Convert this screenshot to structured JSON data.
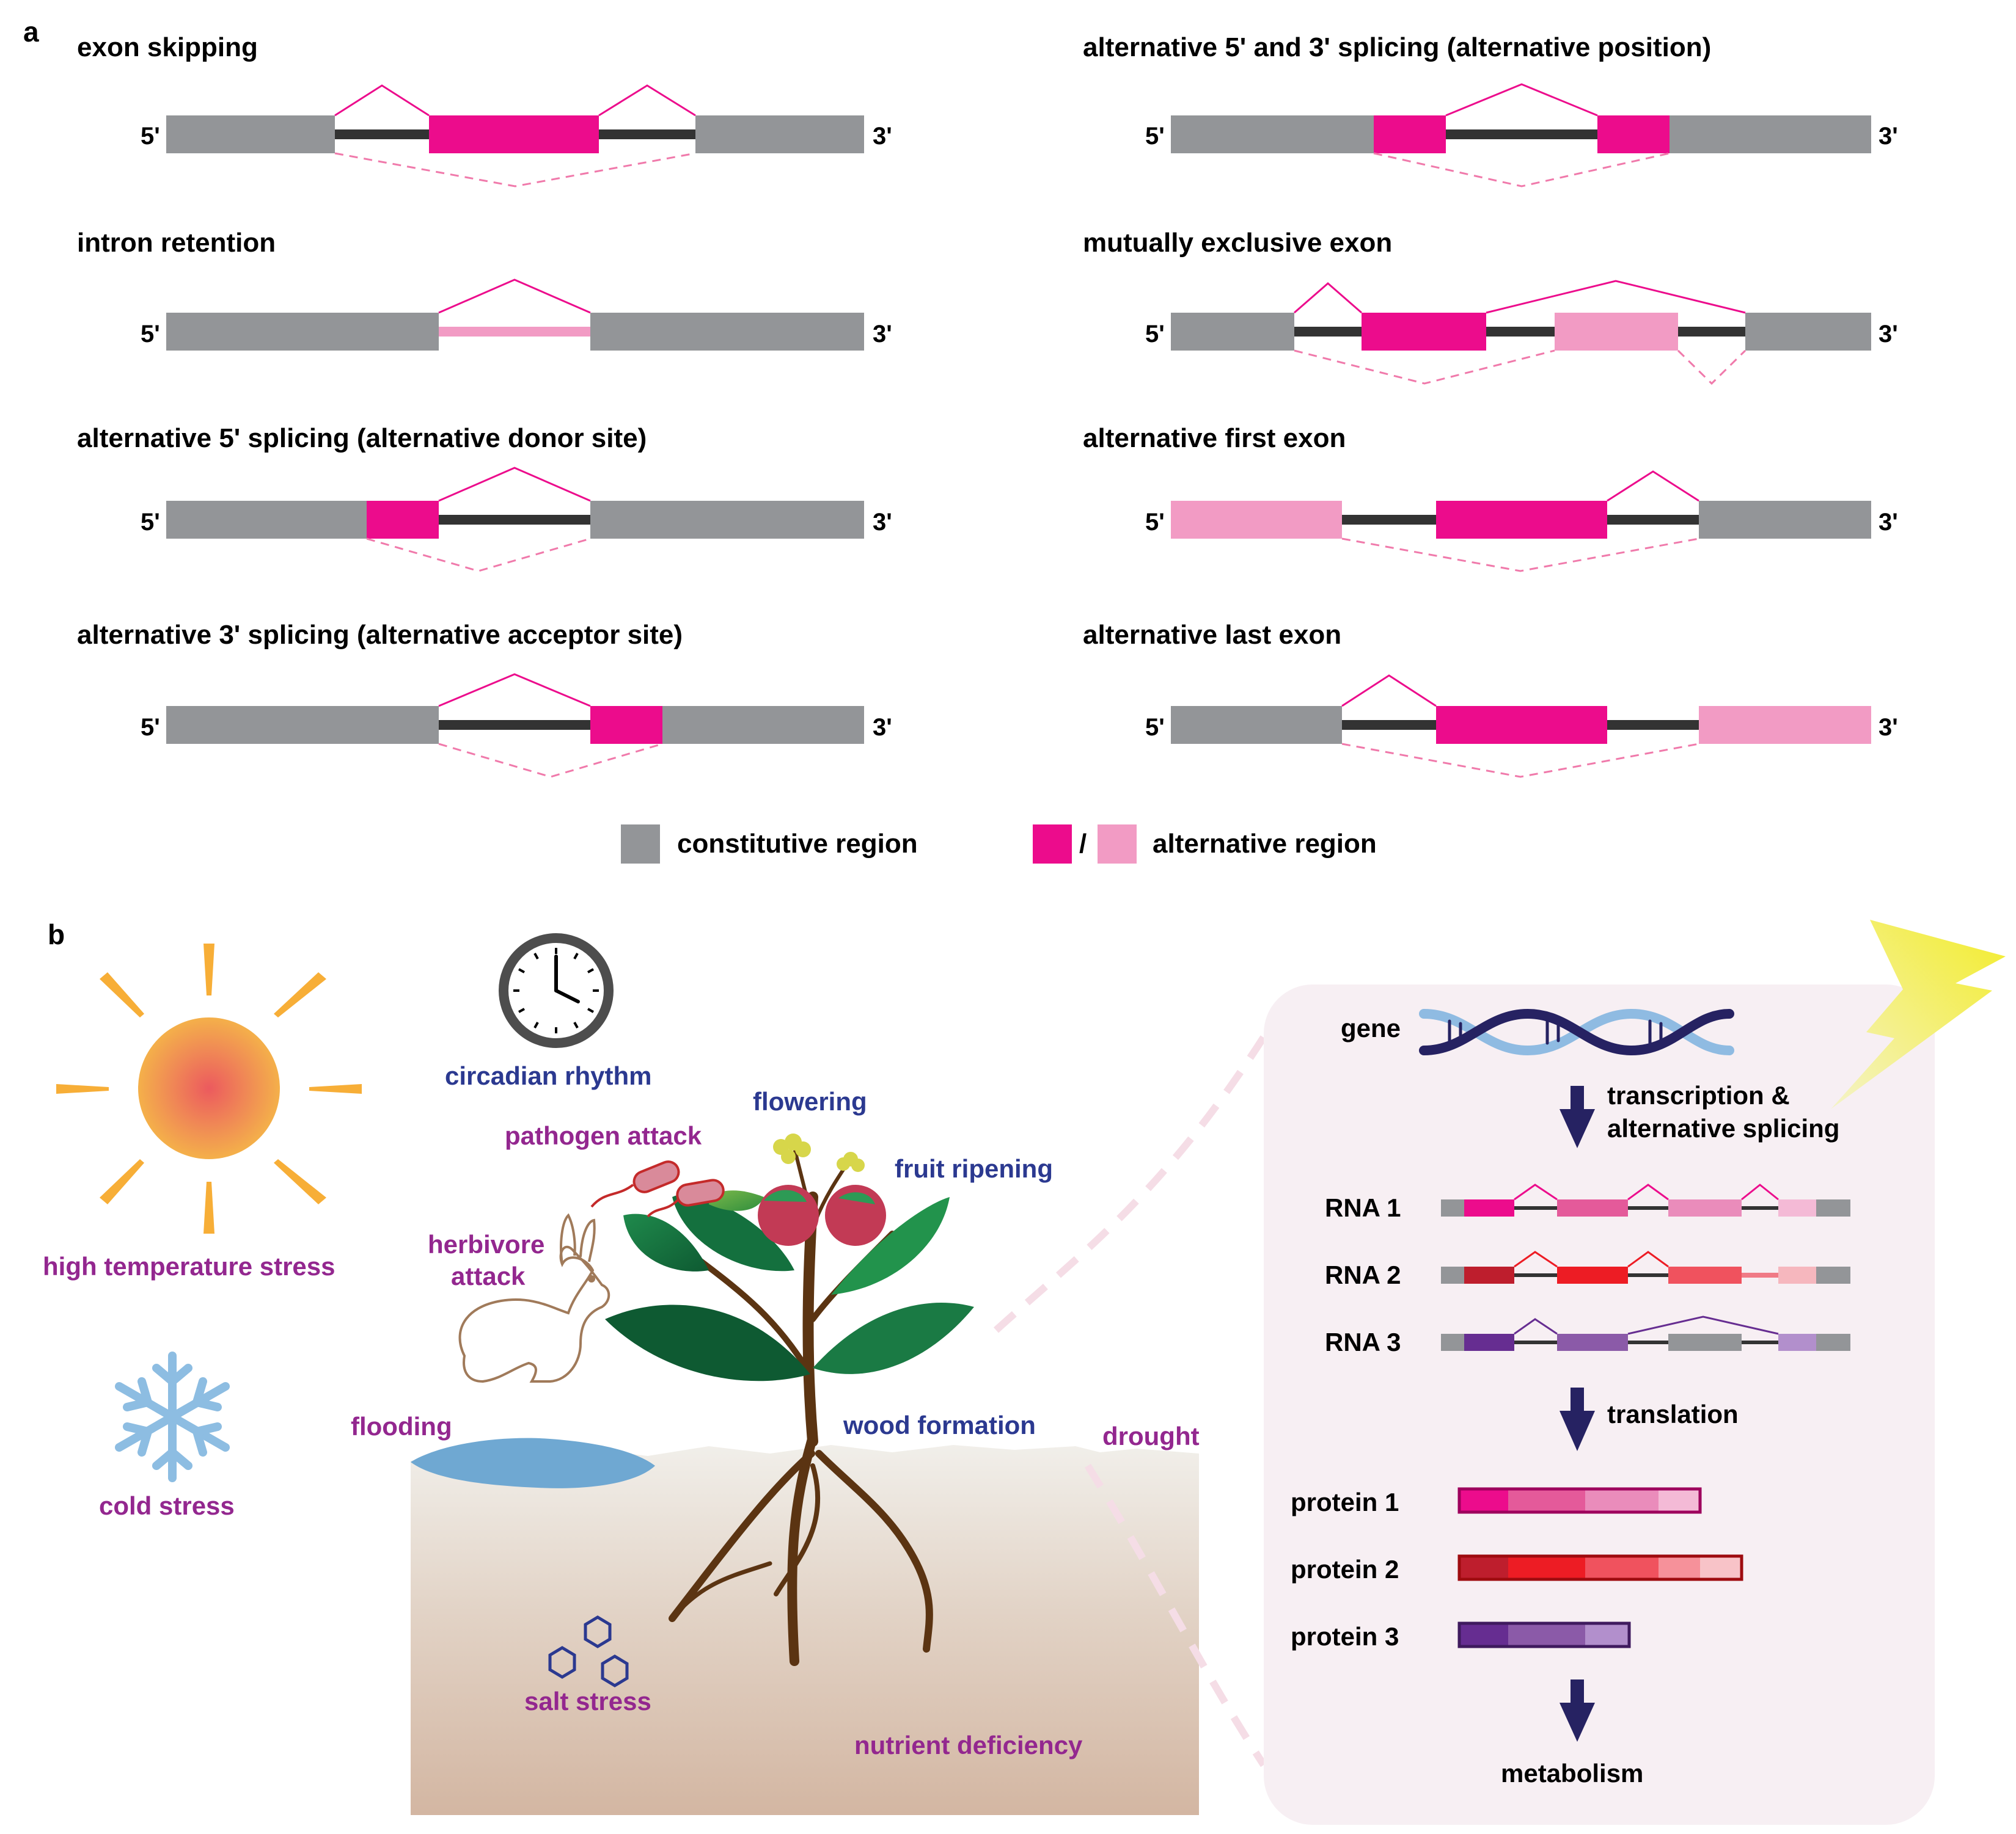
{
  "panel_a": {
    "label": "a",
    "five_prime": "5'",
    "three_prime": "3'",
    "diagrams": [
      {
        "title": "exon skipping"
      },
      {
        "title": "intron retention"
      },
      {
        "title": "alternative 5' splicing (alternative donor site)"
      },
      {
        "title": "alternative 3' splicing (alternative acceptor site)"
      },
      {
        "title": "alternative 5' and 3' splicing (alternative position)"
      },
      {
        "title": "mutually exclusive exon"
      },
      {
        "title": "alternative first exon"
      },
      {
        "title": "alternative last exon"
      }
    ],
    "legend": {
      "constitutive": "constitutive region",
      "slash": "/",
      "alternative": "alternative region"
    }
  },
  "panel_b": {
    "label": "b",
    "stresses": {
      "high_temperature": "high temperature stress",
      "cold": "cold stress",
      "circadian": "circadian rhythm",
      "pathogen": "pathogen attack",
      "herbivore_1": "herbivore",
      "herbivore_2": "attack",
      "flowering": "flowering",
      "fruit": "fruit ripening",
      "flooding": "flooding",
      "wood": "wood formation",
      "drought": "drought",
      "salt": "salt stress",
      "nutrient": "nutrient deficiency"
    },
    "process": {
      "gene": "gene",
      "step1_line1": "transcription &",
      "step1_line2": "alternative splicing",
      "rna": [
        "RNA 1",
        "RNA 2",
        "RNA 3"
      ],
      "step2": "translation",
      "protein": [
        "protein 1",
        "protein 2",
        "protein 3"
      ],
      "metabolism": "metabolism"
    }
  },
  "colors": {
    "constitutive_gray": "#939598",
    "alt_magenta": "#ec0c8c",
    "alt_pink": "#f29bc4",
    "intron_dark": "#333333",
    "purple_text": "#93278f",
    "navy_text": "#2b3990",
    "arrow_navy": "#262262"
  }
}
